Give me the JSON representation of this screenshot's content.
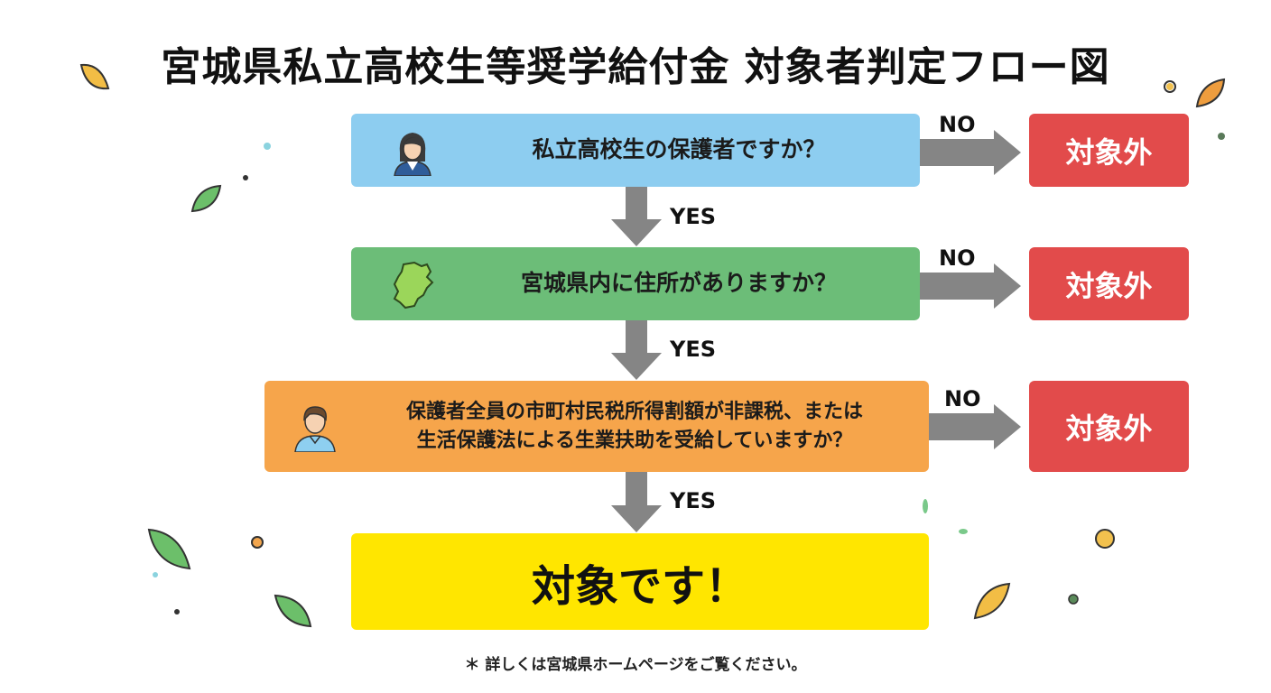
{
  "title": "宮城県私立高校生等奨学給付金 対象者判定フロー図",
  "questions": [
    {
      "text": "私立高校生の保護者ですか？",
      "icon": "woman-icon"
    },
    {
      "text": "宮城県内に住所がありますか？",
      "icon": "miyagi-map-icon"
    },
    {
      "line1": "保護者全員の市町村民税所得割額が非課税、または",
      "line2": "生活保護法による生業扶助を受給していますか？",
      "icon": "man-icon"
    }
  ],
  "yes_label": "YES",
  "no_label": "NO",
  "not_eligible_label": "対象外",
  "result_label": "対象です！",
  "footnote": "＊ 詳しくは宮城県ホームページをご覧ください。",
  "colors": {
    "q1": "#8dcdf0",
    "q2": "#6cbd78",
    "q3": "#f6a54b",
    "not_eligible": "#e24b4b",
    "result": "#ffe600",
    "arrow": "#858585"
  }
}
